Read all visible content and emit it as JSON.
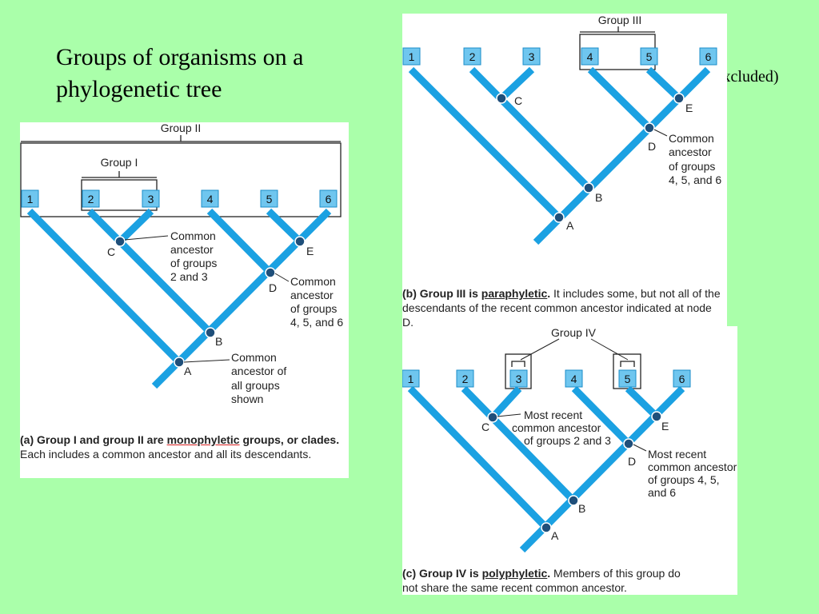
{
  "slide": {
    "title_line1": "Groups of organisms on a",
    "title_line2": "phylogenetic tree",
    "excluded_note": "(excluded)"
  },
  "panel_a": {
    "group_ii_label": "Group II",
    "group_i_label": "Group I",
    "leaves": [
      "1",
      "2",
      "3",
      "4",
      "5",
      "6"
    ],
    "nodes": [
      "A",
      "B",
      "C",
      "D",
      "E"
    ],
    "annotation_c": [
      "Common",
      "ancestor",
      "of groups",
      "2 and 3"
    ],
    "annotation_d": [
      "Common",
      "ancestor",
      "of groups",
      "4, 5, and 6"
    ],
    "annotation_a": [
      "Common",
      "ancestor of",
      "all groups",
      "shown"
    ],
    "caption_prefix": "(a) Group I and group II are ",
    "caption_term": "monophyletic",
    "caption_after_term": " groups,",
    "caption_bold_2": "or clades.",
    "caption_rest": " Each includes a common ancestor and all its descendants."
  },
  "panel_b": {
    "group_iii_label": "Group III",
    "leaves": [
      "1",
      "2",
      "3",
      "4",
      "5",
      "6"
    ],
    "nodes": [
      "A",
      "B",
      "C",
      "D",
      "E"
    ],
    "annotation_d": [
      "Common",
      "ancestor",
      "of groups",
      "4, 5, and 6"
    ],
    "caption_prefix": "(b) Group III is ",
    "caption_term": "paraphyletic",
    "caption_dot": ".",
    "caption_rest": " It includes some, but not all of the descendants of the recent common ancestor indicated at node D."
  },
  "panel_c": {
    "group_iv_label": "Group IV",
    "leaves": [
      "1",
      "2",
      "3",
      "4",
      "5",
      "6"
    ],
    "nodes": [
      "A",
      "B",
      "C",
      "D",
      "E"
    ],
    "annotation_c": [
      "Most recent",
      "common ancestor",
      "of groups 2 and 3"
    ],
    "annotation_d": [
      "Most recent",
      "common ancestor",
      "of groups 4, 5,",
      "and 6"
    ],
    "caption_prefix": "(c) Group IV is ",
    "caption_term": "polyphyletic",
    "caption_dot": ".",
    "caption_rest": " Members of this group do not share the same recent common ancestor."
  },
  "colors": {
    "background": "#aaffaa",
    "branch": "#1ba1e2",
    "leaf_box": "#6fc6ef",
    "node": "#1f4f7a"
  }
}
